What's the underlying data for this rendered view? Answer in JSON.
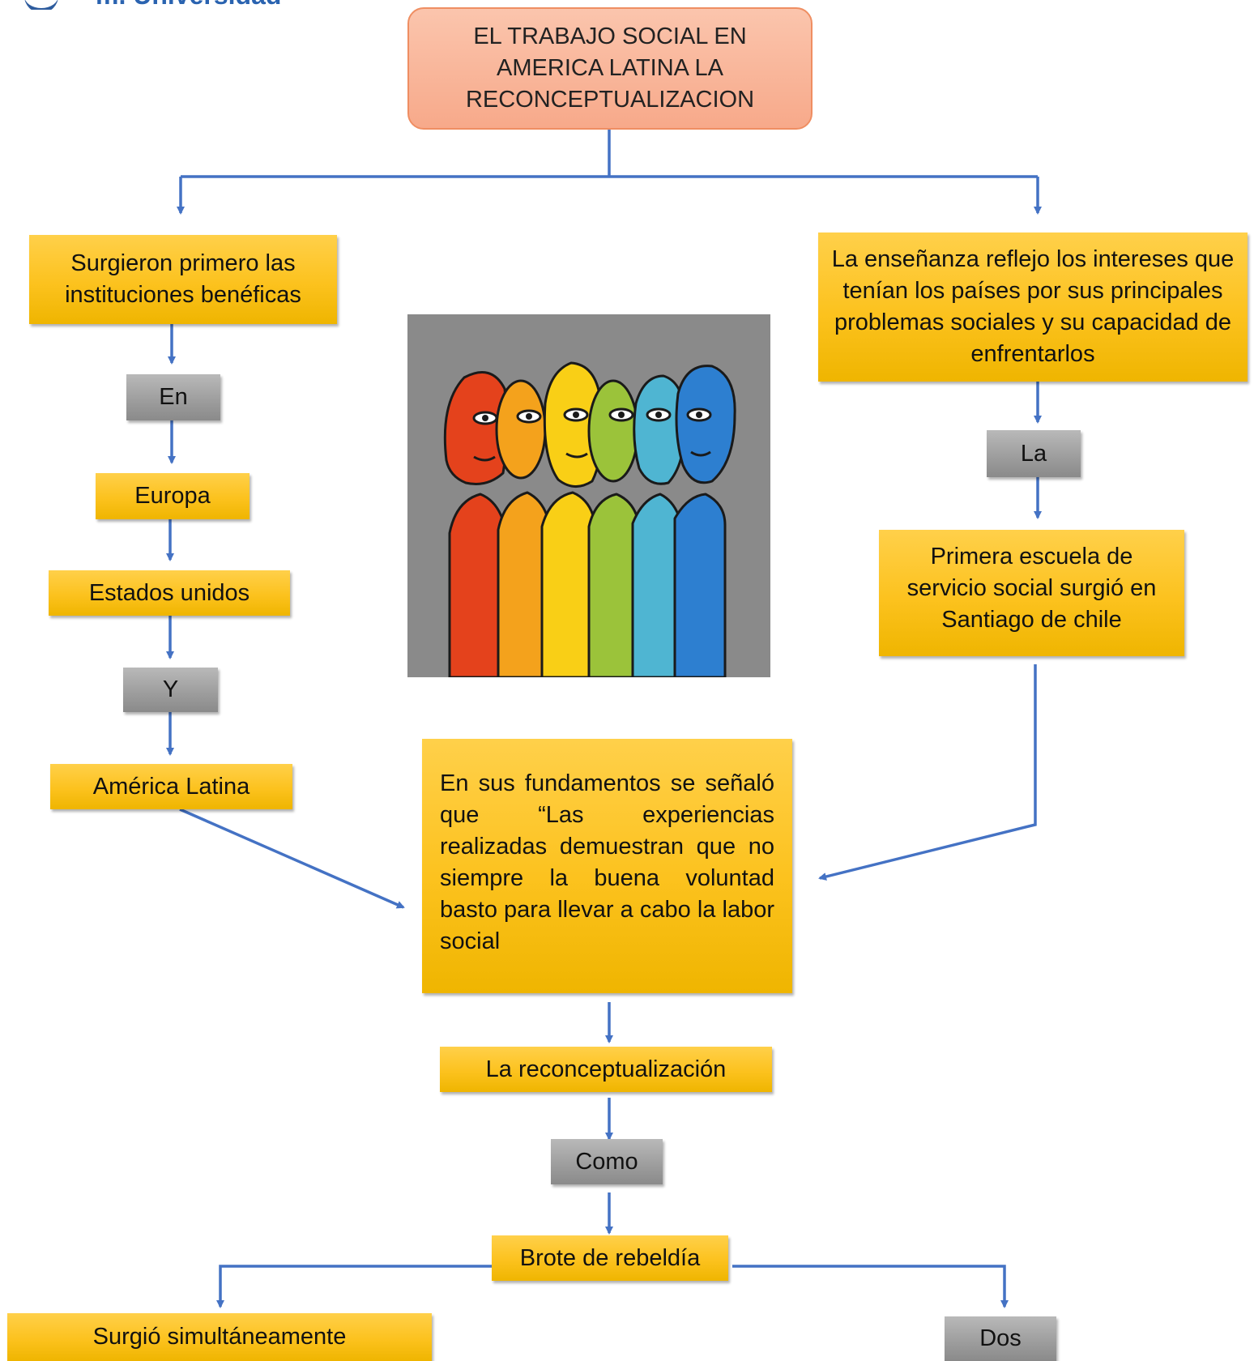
{
  "header": {
    "logo_text": "m. Universidad"
  },
  "title": "EL TRABAJO SOCIAL EN AMERICA LATINA LA RECONCEPTUALIZACION",
  "left_branch": {
    "start": "Surgieron primero las instituciones benéficas",
    "connector_1": "En",
    "step_1": "Europa",
    "step_2": "Estados unidos",
    "connector_2": "Y",
    "step_3": "América Latina"
  },
  "right_branch": {
    "start": "La enseñanza reflejo los intereses que tenían los países por sus principales problemas sociales y su capacidad de enfrentarlos",
    "connector": "La",
    "result": "Primera escuela de servicio social surgió en Santiago de chile"
  },
  "center": {
    "fundamentos": "En sus fundamentos se señaló que “Las experiencias realizadas demuestran que no siempre la buena voluntad basto para llevar a cabo la labor social",
    "reconceptualizacion": "La reconceptualización",
    "connector": "Como",
    "brote": "Brote de rebeldía"
  },
  "bottom": {
    "left": "Surgió simultáneamente",
    "right": "Dos"
  },
  "colors": {
    "connector_line": "#4472c4",
    "gold_box": "#fcc21e",
    "gray_box": "#9c9c9c",
    "title_fill": "#f8b196",
    "title_border": "#ef8e62",
    "art_background": "#8a8a8a"
  },
  "image": {
    "icon": "diverse-people-illustration-icon"
  }
}
